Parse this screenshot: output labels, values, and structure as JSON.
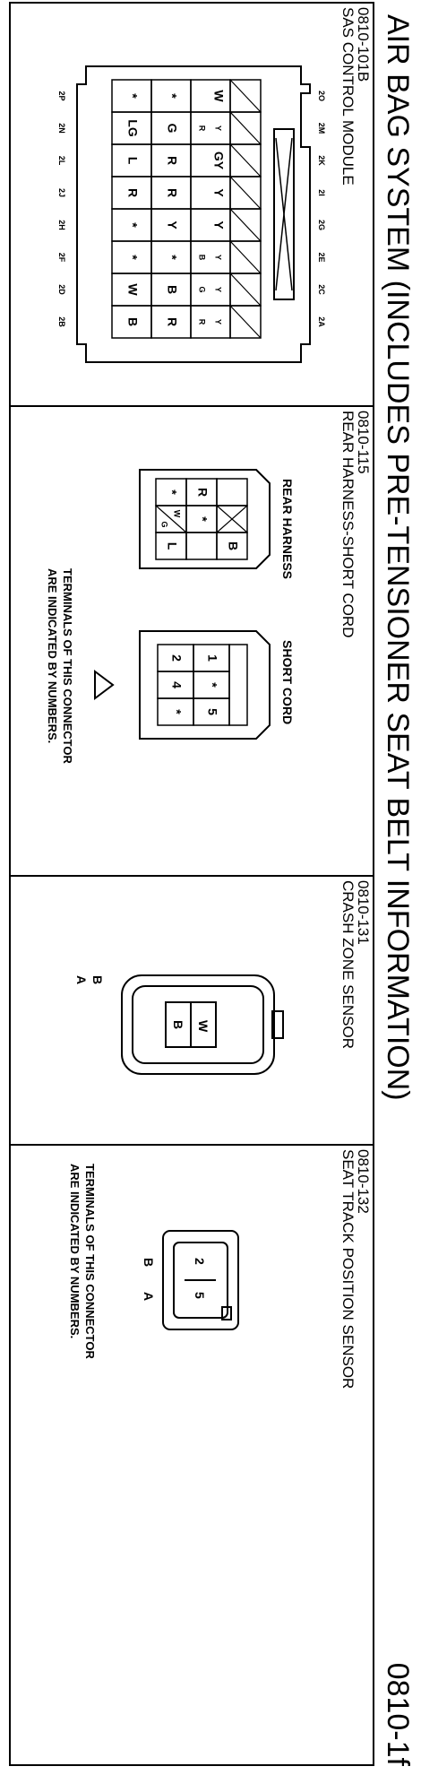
{
  "title": "AIR BAG SYSTEM (INCLUDES PRE-TENSIONER SEAT BELT INFORMATION)",
  "page_ref": "0810-1f",
  "panels": [
    {
      "code": "0810-101B",
      "name": "SAS CONTROL MODULE",
      "top_pins": [
        "2O",
        "2M",
        "2K",
        "2I",
        "2G",
        "2E",
        "2C",
        "2A"
      ],
      "bottom_pins": [
        "2P",
        "2N",
        "2L",
        "2J",
        "2H",
        "2F",
        "2D",
        "2B"
      ],
      "row1": [
        "/",
        "/",
        "/",
        "/",
        "/",
        "/",
        "/",
        "/"
      ],
      "row2": [
        "W",
        "Y",
        "GY",
        "Y",
        "Y",
        "Y",
        "Y",
        "Y"
      ],
      "row2b": [
        "",
        "R",
        "",
        "",
        "",
        "B",
        "G",
        "R"
      ],
      "row3": [
        "*",
        "G",
        "R",
        "R",
        "Y",
        "*",
        "B",
        "R"
      ],
      "row4": [
        "*",
        "LG",
        "L",
        "R",
        "*",
        "*",
        "W",
        "B"
      ]
    },
    {
      "code": "0810-115",
      "name": "REAR HARNESS-SHORT CORD",
      "rear_harness_label": "REAR HARNESS",
      "rear_harness": [
        "B",
        "*",
        "R",
        "L",
        "G",
        "W",
        "*"
      ],
      "short_cord_label": "SHORT CORD",
      "short_cord": [
        "5",
        "*",
        "1",
        "*",
        "4",
        "2"
      ],
      "note_line1": "TERMINALS OF THIS CONNECTOR",
      "note_line2": "ARE INDICATED BY NUMBERS."
    },
    {
      "code": "0810-131",
      "name": "CRASH ZONE SENSOR",
      "terminals": [
        "W",
        "B"
      ],
      "terminal_labels": [
        "A",
        "B"
      ]
    },
    {
      "code": "0810-132",
      "name": "SEAT TRACK POSITION SENSOR",
      "terminals": [
        "5",
        "2"
      ],
      "terminal_labels": [
        "A",
        "B"
      ],
      "note_line1": "TERMINALS OF THIS CONNECTOR",
      "note_line2": "ARE INDICATED BY NUMBERS."
    }
  ]
}
